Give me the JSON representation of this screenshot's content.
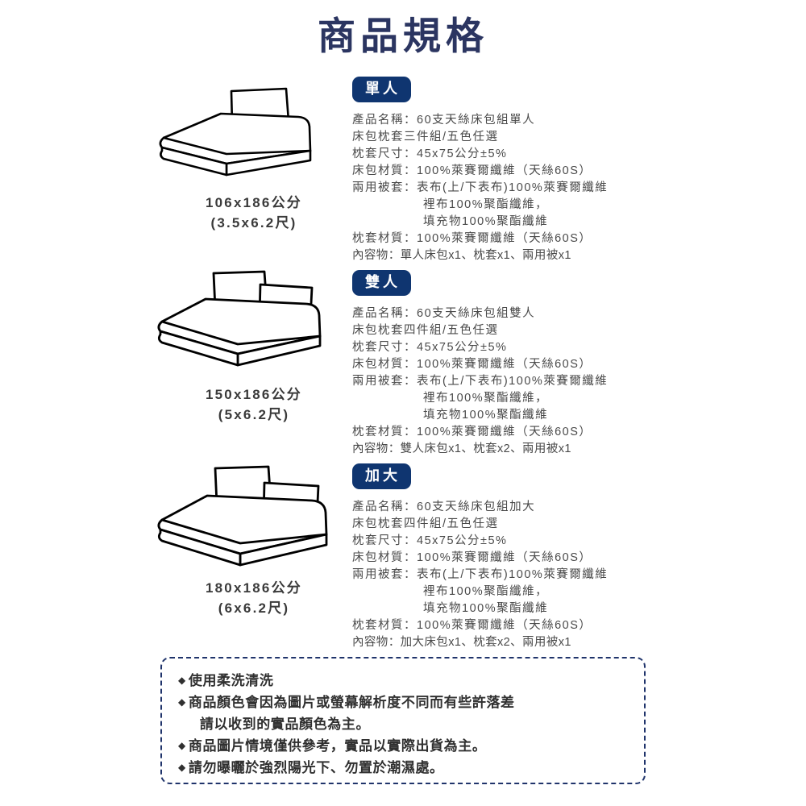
{
  "page": {
    "title": "商品規格",
    "title_color": "#2b3561",
    "badge_color": "#0f3570",
    "body_text_color": "#4a4a4a",
    "border_color": "#20346b",
    "background": "#ffffff"
  },
  "sections": [
    {
      "badge": "單人",
      "bed_type": "single-bed",
      "pillow_count": 1,
      "size_metric": "106x186公分",
      "size_imperial": "(3.5x6.2尺)",
      "lines": [
        {
          "text": "產品名稱：60支天絲床包組單人",
          "indent": false,
          "tight": false
        },
        {
          "text": "床包枕套三件組/五色任選",
          "indent": false,
          "tight": false
        },
        {
          "text": "枕套尺寸：45x75公分±5%",
          "indent": false,
          "tight": false
        },
        {
          "text": "床包材質：100%萊賽爾纖維（天絲60S）",
          "indent": false,
          "tight": false
        },
        {
          "text": "兩用被套：表布(上/下表布)100%萊賽爾纖維",
          "indent": false,
          "tight": false
        },
        {
          "text": "裡布100%聚酯纖維，",
          "indent": true,
          "tight": false
        },
        {
          "text": "填充物100%聚酯纖維",
          "indent": true,
          "tight": false
        },
        {
          "text": "枕套材質：100%萊賽爾纖維（天絲60S）",
          "indent": false,
          "tight": false
        },
        {
          "text": "內容物：單人床包x1、枕套x1、兩用被x1",
          "indent": false,
          "tight": true
        }
      ]
    },
    {
      "badge": "雙人",
      "bed_type": "double-bed",
      "pillow_count": 2,
      "size_metric": "150x186公分",
      "size_imperial": "(5x6.2尺)",
      "lines": [
        {
          "text": "產品名稱：60支天絲床包組雙人",
          "indent": false,
          "tight": false
        },
        {
          "text": "床包枕套四件組/五色任選",
          "indent": false,
          "tight": false
        },
        {
          "text": "枕套尺寸：45x75公分±5%",
          "indent": false,
          "tight": false
        },
        {
          "text": "床包材質：100%萊賽爾纖維（天絲60S）",
          "indent": false,
          "tight": false
        },
        {
          "text": "兩用被套：表布(上/下表布)100%萊賽爾纖維",
          "indent": false,
          "tight": false
        },
        {
          "text": "裡布100%聚酯纖維，",
          "indent": true,
          "tight": false
        },
        {
          "text": "填充物100%聚酯纖維",
          "indent": true,
          "tight": false
        },
        {
          "text": "枕套材質：100%萊賽爾纖維（天絲60S）",
          "indent": false,
          "tight": false
        },
        {
          "text": "內容物：雙人床包x1、枕套x2、兩用被x1",
          "indent": false,
          "tight": true
        }
      ]
    },
    {
      "badge": "加大",
      "bed_type": "king-bed",
      "pillow_count": 2,
      "size_metric": "180x186公分",
      "size_imperial": "(6x6.2尺)",
      "lines": [
        {
          "text": "產品名稱：60支天絲床包組加大",
          "indent": false,
          "tight": false
        },
        {
          "text": "床包枕套四件組/五色任選",
          "indent": false,
          "tight": false
        },
        {
          "text": "枕套尺寸：45x75公分±5%",
          "indent": false,
          "tight": false
        },
        {
          "text": "床包材質：100%萊賽爾纖維（天絲60S）",
          "indent": false,
          "tight": false
        },
        {
          "text": "兩用被套：表布(上/下表布)100%萊賽爾纖維",
          "indent": false,
          "tight": false
        },
        {
          "text": "裡布100%聚酯纖維，",
          "indent": true,
          "tight": false
        },
        {
          "text": "填充物100%聚酯纖維",
          "indent": true,
          "tight": false
        },
        {
          "text": "枕套材質：100%萊賽爾纖維（天絲60S）",
          "indent": false,
          "tight": false
        },
        {
          "text": "內容物：加大床包x1、枕套x2、兩用被x1",
          "indent": false,
          "tight": true
        }
      ]
    }
  ],
  "care_notes": {
    "bullet_glyph": "◆",
    "items": [
      {
        "text": "使用柔洗清洗",
        "subline": ""
      },
      {
        "text": "商品顏色會因為圖片或螢幕解析度不同而有些許落差",
        "subline": "請以收到的實品顏色為主。"
      },
      {
        "text": "商品圖片情境僅供參考，實品以實際出貨為主。",
        "subline": ""
      },
      {
        "text": "請勿曝曬於強烈陽光下、勿置於潮濕處。",
        "subline": ""
      }
    ]
  }
}
